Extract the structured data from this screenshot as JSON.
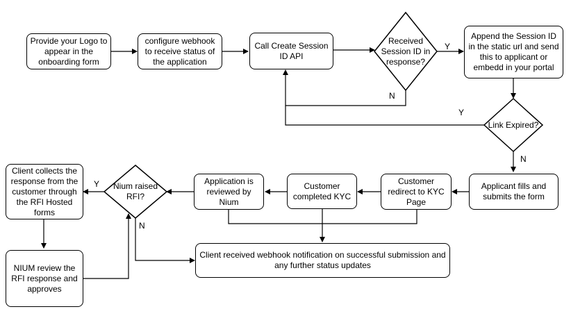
{
  "nodes": {
    "provide_logo": "Provide your Logo to appear in the onboarding  form",
    "configure_webhook": "configure webhook to receive status of the application",
    "call_create_session": "Call Create Session ID API",
    "received_session_id": "Received Session ID in response?",
    "append_session_id": "Append the Session ID in the static url and send this to applicant or embedd in your portal",
    "link_expired": "Link Expired?",
    "applicant_fills": "Applicant fills and submits the form",
    "customer_redirect": "Customer redirect to KYC Page",
    "customer_completed": "Customer completed KYC",
    "application_reviewed": "Application is reviewed by Nium",
    "nium_raised_rfi": "Nium raised RFI?",
    "client_collects": "Client collects the response from the customer through the RFI Hosted forms",
    "nium_review": "NIUM review the RFI response and approves",
    "client_received_webhook": "Client received webhook notification on successful submission and any further status updates"
  },
  "edge_labels": {
    "session_yes": "Y",
    "session_no": "N",
    "expired_yes": "Y",
    "expired_no": "N",
    "rfi_yes": "Y",
    "rfi_no": "N"
  }
}
